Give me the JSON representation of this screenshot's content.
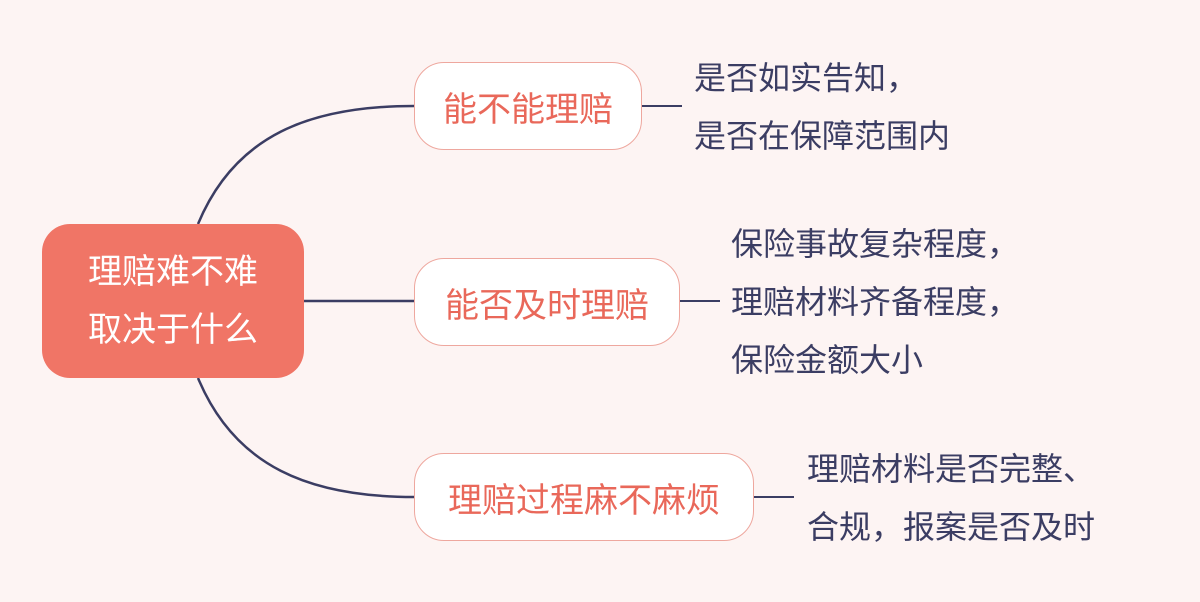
{
  "root": {
    "lines": [
      "理赔难不难",
      "取决于什么"
    ]
  },
  "branches": [
    {
      "label": "能不能理赔",
      "details": [
        "是否如实告知，",
        "是否在保障范围内"
      ]
    },
    {
      "label": "能否及时理赔",
      "details": [
        "保险事故复杂程度，",
        "理赔材料齐备程度，",
        "保险金额大小"
      ]
    },
    {
      "label": "理赔过程麻不麻烦",
      "details": [
        "理赔材料是否完整、",
        "合规，报案是否及时"
      ]
    }
  ],
  "colors": {
    "background": "#fdf4f3",
    "root_fill": "#f07566",
    "branch_border": "#eea79e",
    "branch_text": "#e9685a",
    "leaf_text": "#3b3d63",
    "connector": "#3b3d63"
  }
}
